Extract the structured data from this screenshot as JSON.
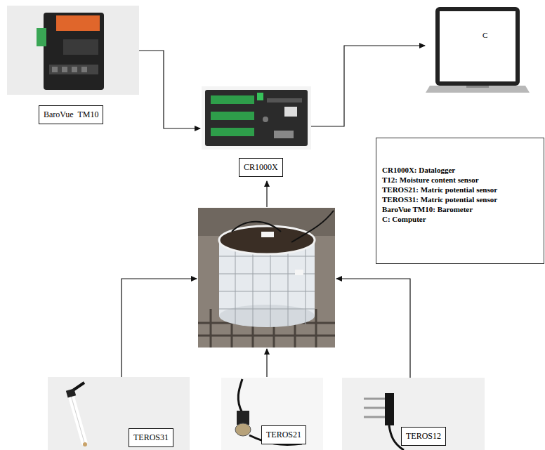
{
  "diagram": {
    "nodes": [
      {
        "text": [
          "BaroVue  TM10"
        ]
      },
      {
        "text": [
          "C"
        ]
      },
      {
        "text": [
          "CR1000X"
        ]
      },
      {
        "text": [
          "CR1000X: Datalogger",
          "T12: Moisture content sensor",
          "TEROS21:  Matric potential sensor",
          "TEROS31:  Matric potential sensor",
          "BaroVue TM10: Barometer",
          "C: Computer"
        ]
      },
      {
        "text": [
          "TEROS31"
        ]
      },
      {
        "text": [
          "TEROS21"
        ]
      },
      {
        "text": [
          "TEROS12"
        ]
      }
    ],
    "edges": [
      {
        "from": 0,
        "to": 2,
        "arrow": "to"
      },
      {
        "from": 2,
        "to": 1,
        "arrow": "to"
      }
    ]
  }
}
